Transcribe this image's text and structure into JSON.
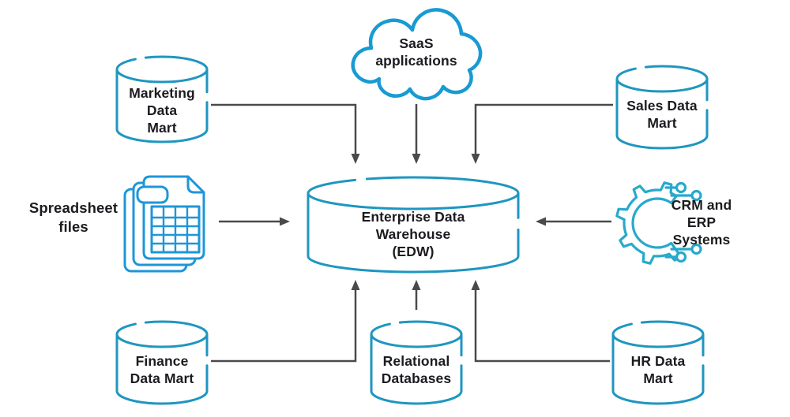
{
  "diagram_title": "Enterprise Data Warehouse (EDW) sources diagram",
  "nodes": {
    "saas": {
      "label": "SaaS\napplications",
      "icon": "cloud-icon"
    },
    "marketing": {
      "label": "Marketing\nData\nMart",
      "icon": "database-cylinder-icon"
    },
    "sales": {
      "label": "Sales Data\nMart",
      "icon": "database-cylinder-icon"
    },
    "spreadsheet": {
      "label": "Spreadsheet\nfiles",
      "icon": "spreadsheet-files-icon"
    },
    "edw": {
      "label": "Enterprise Data\nWarehouse\n(EDW)",
      "icon": "database-cylinder-icon"
    },
    "crm": {
      "label": "CRM and ERP\nSystems",
      "icon": "gear-circuit-icon"
    },
    "finance": {
      "label": "Finance\nData Mart",
      "icon": "database-cylinder-icon"
    },
    "relational": {
      "label": "Relational\nDatabases",
      "icon": "database-cylinder-icon"
    },
    "hr": {
      "label": "HR Data\nMart",
      "icon": "database-cylinder-icon"
    }
  },
  "connections": [
    {
      "from": "marketing",
      "to": "edw"
    },
    {
      "from": "saas",
      "to": "edw"
    },
    {
      "from": "sales",
      "to": "edw"
    },
    {
      "from": "spreadsheet",
      "to": "edw"
    },
    {
      "from": "crm",
      "to": "edw"
    },
    {
      "from": "finance",
      "to": "edw"
    },
    {
      "from": "relational",
      "to": "edw"
    },
    {
      "from": "hr",
      "to": "edw"
    }
  ],
  "colors": {
    "cylinder": "#1f96c0",
    "cloud": "#189ad2",
    "spreadsheet": "#1e96d8",
    "gear": "#27a9cc",
    "arrow": "#4a4a4a",
    "text": "#1b1b20",
    "background": "#ffffff"
  }
}
